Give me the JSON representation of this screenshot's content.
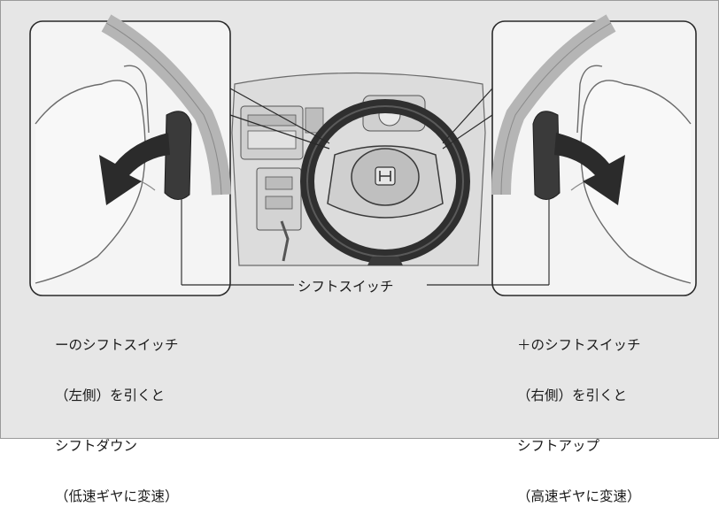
{
  "labels": {
    "shift_switch": "シフトスイッチ"
  },
  "left_caption": [
    "ーのシフトスイッチ",
    "（左側）を引くと",
    "シフトダウン",
    "（低速ギヤに変速）"
  ],
  "right_caption": [
    "＋のシフトスイッチ",
    "（右側）を引くと",
    "シフトアップ",
    "（高速ギヤに変速）"
  ],
  "colors": {
    "background": "#e6e6e6",
    "line_art": "#3a3a3a",
    "arrow_fill": "#2b2b2b",
    "panel_bg": "#f4f4f4"
  },
  "icons": {
    "left_arrow": "curved-arrow-left-icon",
    "right_arrow": "curved-arrow-right-icon",
    "brand_emblem": "h-emblem-icon"
  }
}
